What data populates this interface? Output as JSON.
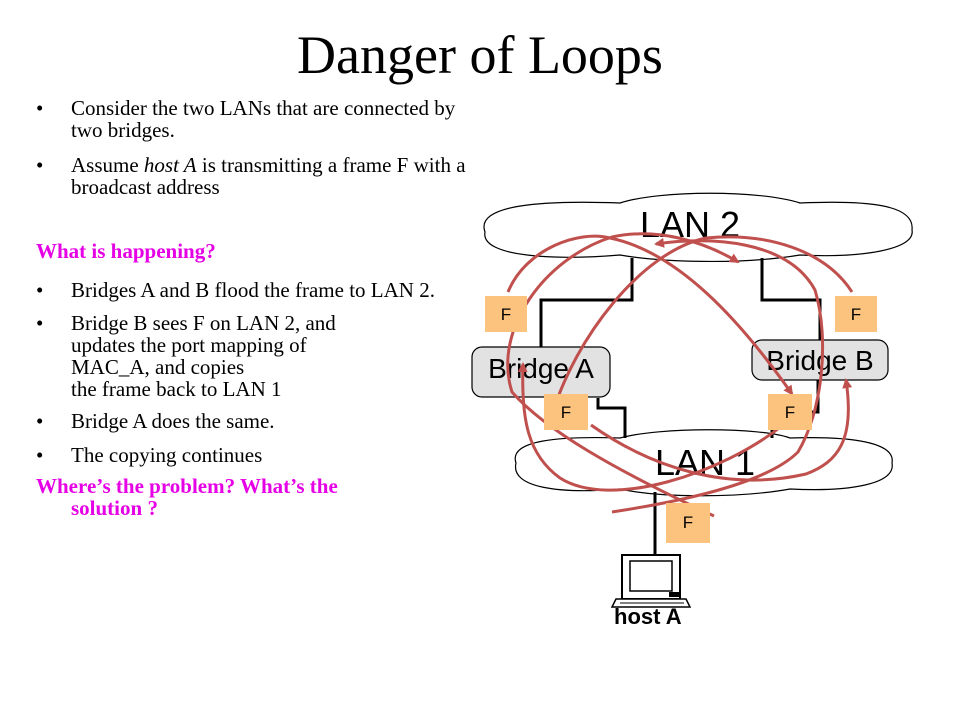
{
  "title": "Danger of Loops",
  "bullets": {
    "b1": "Consider the two LANs that are connected by two bridges.",
    "b2_pre": "Assume ",
    "b2_em": "host A",
    "b2_post": " is transmitting a frame F with a broadcast  address",
    "heading1": "What is happening?",
    "b3": "Bridges A and B flood the frame to LAN 2.",
    "b4_l1": "Bridge B sees F on LAN 2, and",
    "b4_l2": "updates the port mapping of",
    "b4_l3": "MAC_A, and copies",
    "b4_l4": "the frame back to LAN 1",
    "b5": "Bridge A does the same.",
    "b6": "The copying continues",
    "heading2_l1": "Where’s the problem? What’s the",
    "heading2_l2": "solution ?"
  },
  "diagram": {
    "lan2": "LAN 2",
    "lan1": "LAN 1",
    "bridge_a": "Bridge A",
    "bridge_b": "Bridge B",
    "host": "host A",
    "frame": "F",
    "colors": {
      "arrow": "#c0504d",
      "frame_box": "#fbc37e",
      "bridge_fill": "#e2e2e2",
      "heading": "#e600e6"
    }
  }
}
